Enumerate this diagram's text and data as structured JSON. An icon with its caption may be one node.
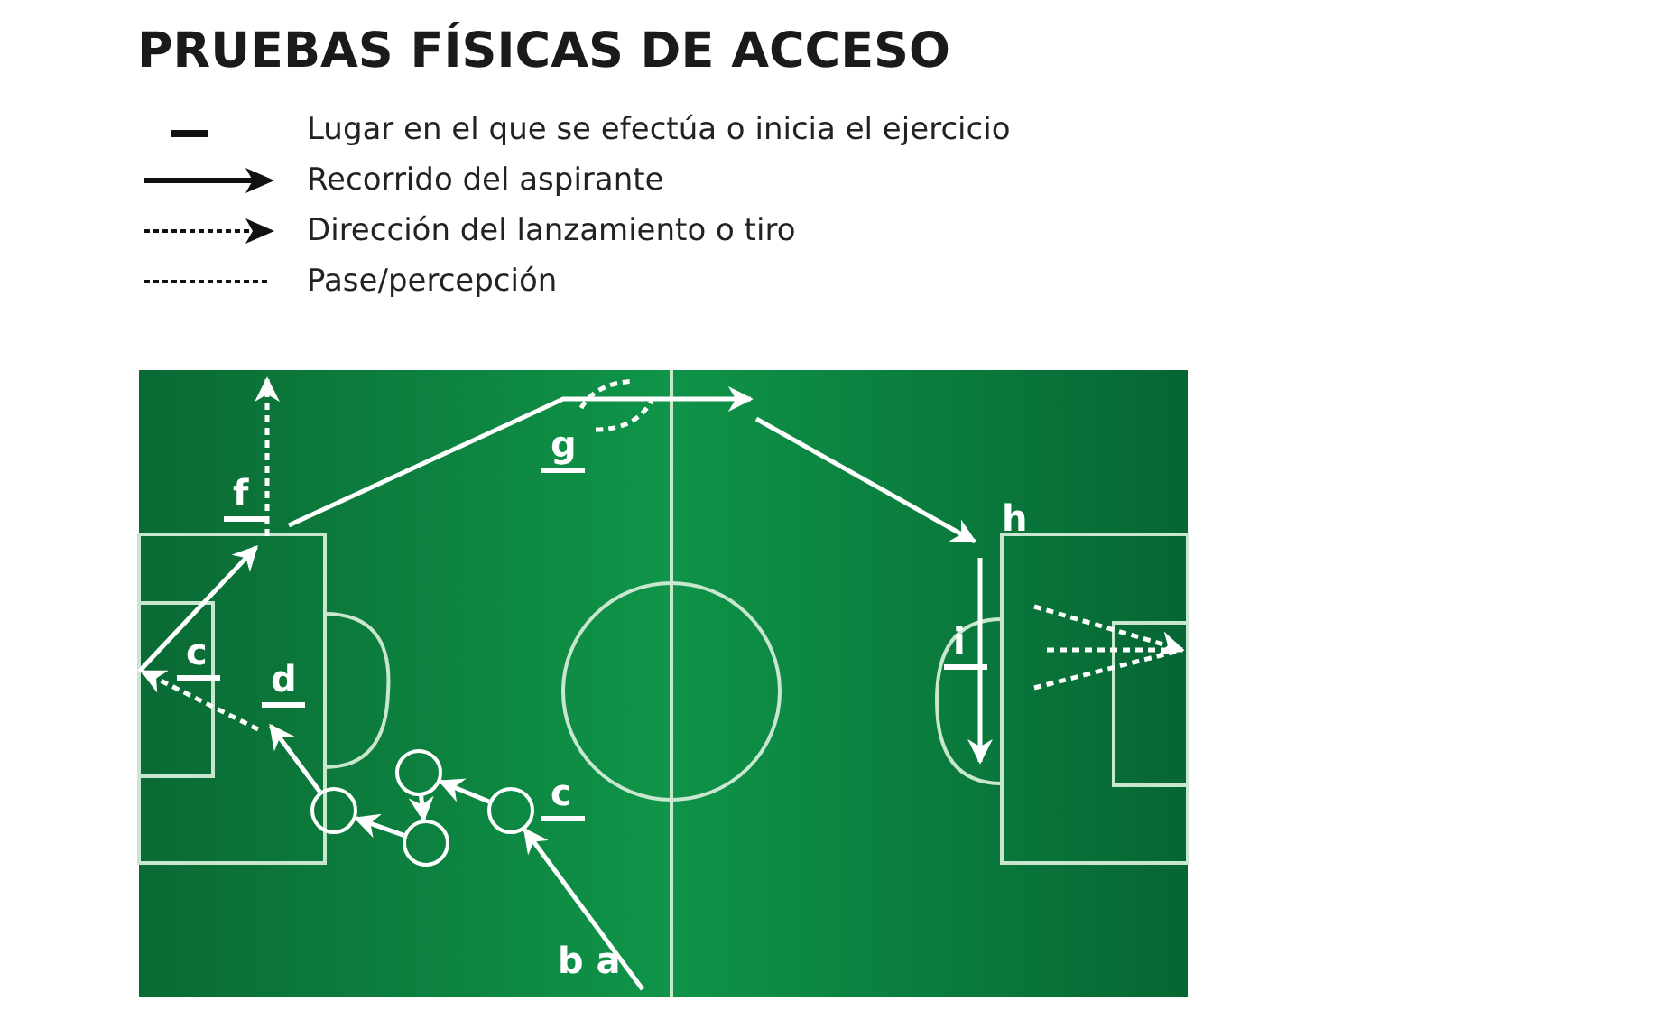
{
  "diagram": {
    "title": "PRUEBAS FÍSICAS DE ACCESO",
    "nodes": [
      {
        "text": [],
        "shape": "circle"
      },
      {
        "text": [],
        "shape": "circle"
      },
      {
        "text": [],
        "shape": "circle"
      },
      {
        "text": [],
        "shape": "circle"
      }
    ],
    "edges": [
      {
        "from": null,
        "to": 3,
        "arrow": "to"
      },
      {
        "from": 3,
        "to": 1,
        "arrow": "to"
      },
      {
        "from": 1,
        "to": 2,
        "arrow": "to"
      },
      {
        "from": 2,
        "to": 0,
        "arrow": "to"
      },
      {
        "from": 0,
        "to": null,
        "arrow": "to"
      }
    ],
    "labels": [
      "f",
      "g",
      "h",
      "c",
      "d",
      "i",
      "c",
      "b a"
    ],
    "legend": [
      {
        "text": "Lugar en el que se efectúa o inicia el ejercicio"
      },
      {
        "text": "Recorrido del aspirante"
      },
      {
        "text": "Dirección del lanzamiento o tiro"
      },
      {
        "text": "Pase/percepción"
      }
    ]
  }
}
